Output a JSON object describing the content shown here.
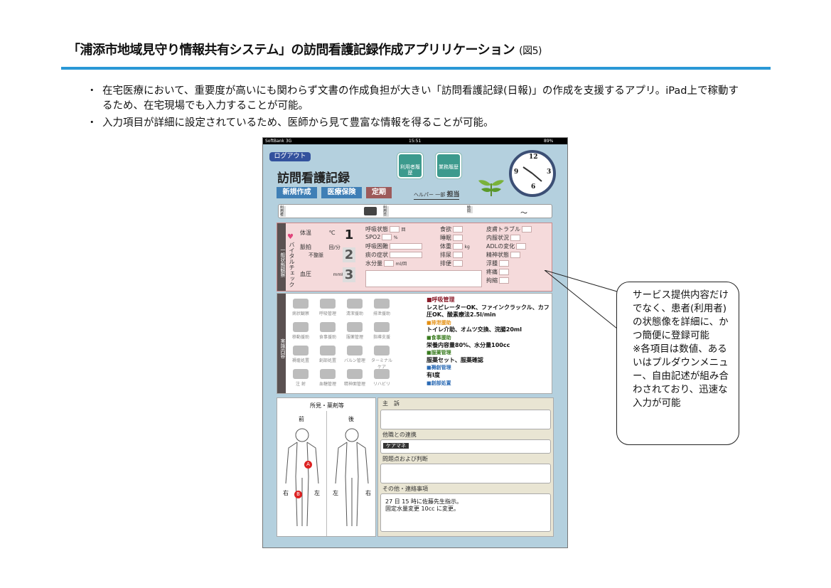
{
  "slide": {
    "title": "「浦添市地域見守り情報共有システム」の訪問看護記録作成アプリリケーション",
    "figure_label": "(図5)",
    "bullet_mark": "・",
    "bullets": [
      "在宅医療において、重要度が高いにも関わらず文書の作成負担が大きい「訪問看護記録(日報)」の作成を支援するアプリ。iPad上で稼動するため、在宅現場でも入力することが可能。",
      "入力項目が詳細に設定されているため、医師から見て豊富な情報を得ることが可能。"
    ],
    "callout": "サービス提供内容だけでなく、患者(利用者)の状態像を詳細に、かつ簡便に登録可能\n※各項目は数値、あるいはプルダウンメニュー、自由記述が組み合わされており、迅速な入力が可能"
  },
  "ipad": {
    "status": {
      "carrier": "SoftBank 3G",
      "time": "15:51",
      "battery": "89%"
    },
    "logout_label": "ログアウト",
    "title": "訪問看護記録",
    "tabs": [
      {
        "label": "新規作成",
        "color": "#3f7fb6"
      },
      {
        "label": "医療保険",
        "color": "#3f7fb6"
      },
      {
        "label": "定期",
        "color": "#9d5a5a"
      }
    ],
    "helper": {
      "prefix": "ヘルパー 一部",
      "value": "担当"
    },
    "history_buttons": [
      "利用者履歴",
      "業務履歴"
    ],
    "clock": {
      "n12": "12",
      "n3": "3",
      "n6": "6",
      "n9": "9"
    },
    "info_row": {
      "user_label": "利用者",
      "date_label": "利用日",
      "time_label": "時間",
      "range_sep": "〜"
    },
    "section1_label": "一般状態観察",
    "vital_label": "バイタルチェック",
    "vitals": {
      "temp": "体温",
      "temp_unit": "℃",
      "pulse": "脈拍",
      "pulse_unit": "回/分",
      "pulse_irregular": "不整脈",
      "bp": "血圧",
      "bp_unit": "mmHg"
    },
    "page_numbers": [
      "1",
      "2",
      "3"
    ],
    "obs_col1": [
      {
        "label": "呼吸状態",
        "unit": "回"
      },
      {
        "label": "SPO2",
        "unit": "%"
      },
      {
        "label": "呼吸困難",
        "unit": ""
      },
      {
        "label": "痰の症状",
        "unit": ""
      },
      {
        "label": "水分量",
        "unit": "ml/回"
      }
    ],
    "obs_col2": [
      {
        "label": "食欲",
        "unit": ""
      },
      {
        "label": "睡眠",
        "unit": ""
      },
      {
        "label": "体重",
        "unit": "kg"
      },
      {
        "label": "排尿",
        "unit": ""
      },
      {
        "label": "排便",
        "unit": ""
      }
    ],
    "obs_col3": [
      "皮膚トラブル",
      "内服状況",
      "ADLの変化",
      "精神状態",
      "浮腫",
      "疼痛",
      "拘縮"
    ],
    "section2_label": "実施内容",
    "services": [
      "病状観察",
      "呼吸管理",
      "清潔援助",
      "排泄援助",
      "移動援助",
      "食事援助",
      "服薬管理",
      "指導支援",
      "褥瘡処置",
      "創部処置",
      "バルン管理",
      "ターミナルケア",
      "注 射",
      "血糖管理",
      "精神面管理",
      "リハビリ"
    ],
    "service_notes": [
      {
        "cls": "h",
        "text": "■呼吸管理"
      },
      {
        "cls": "t",
        "text": "レスピレーターOK、ファインクラックル、カフ圧OK、酸素療法2.5l/min"
      },
      {
        "cls": "h2",
        "text": "■排泄援助"
      },
      {
        "cls": "t",
        "text": "トイレ介助、オムツ交換、浣腸20ml"
      },
      {
        "cls": "h3",
        "text": "■食事援助"
      },
      {
        "cls": "t",
        "text": "栄養内容量80%、水分量100cc"
      },
      {
        "cls": "h3",
        "text": "■服薬管理"
      },
      {
        "cls": "t",
        "text": "服薬セット、服薬確認"
      },
      {
        "cls": "h4",
        "text": "■褥創管理"
      },
      {
        "cls": "t",
        "text": "有I度"
      },
      {
        "cls": "h4",
        "text": "■創部処置"
      }
    ],
    "findings": {
      "title": "所見・薬剤等",
      "front": "前",
      "back": "後",
      "right": "右",
      "left": "左",
      "marker_a": "A",
      "marker_b": "B"
    },
    "sections": {
      "complaint": "主　訴",
      "liaison": "他職との連携",
      "care_manager": "ケアマネ",
      "issues": "問題点および判断",
      "other": "その他・連絡事項",
      "other_text": "27 日 15 時に佐藤先生指示。\n固定水量変更 10cc に変更。"
    }
  }
}
